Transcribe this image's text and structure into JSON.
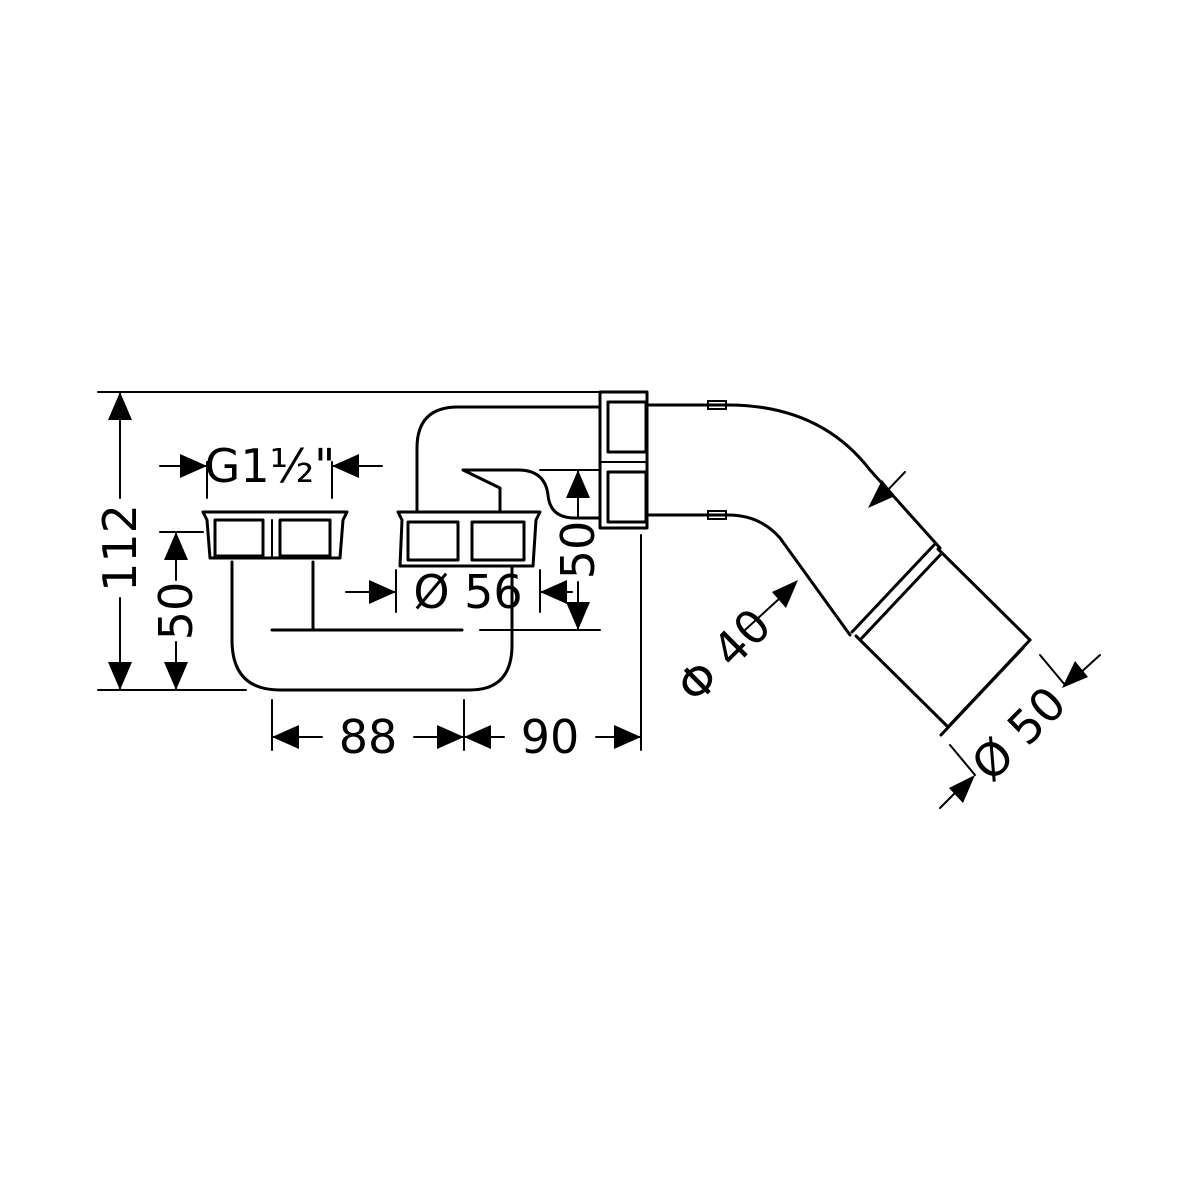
{
  "dimensions": {
    "thread": "G1½\"",
    "total_height": "112",
    "inlet_height": "50",
    "outlet_height": "50",
    "inlet_spacing": "88",
    "outlet_offset": "90",
    "outlet_diameter": "Ø 56",
    "pipe_diameter": "Φ 40",
    "end_diameter": "Ø 50"
  },
  "colors": {
    "line": "#000000",
    "background": "#ffffff"
  }
}
